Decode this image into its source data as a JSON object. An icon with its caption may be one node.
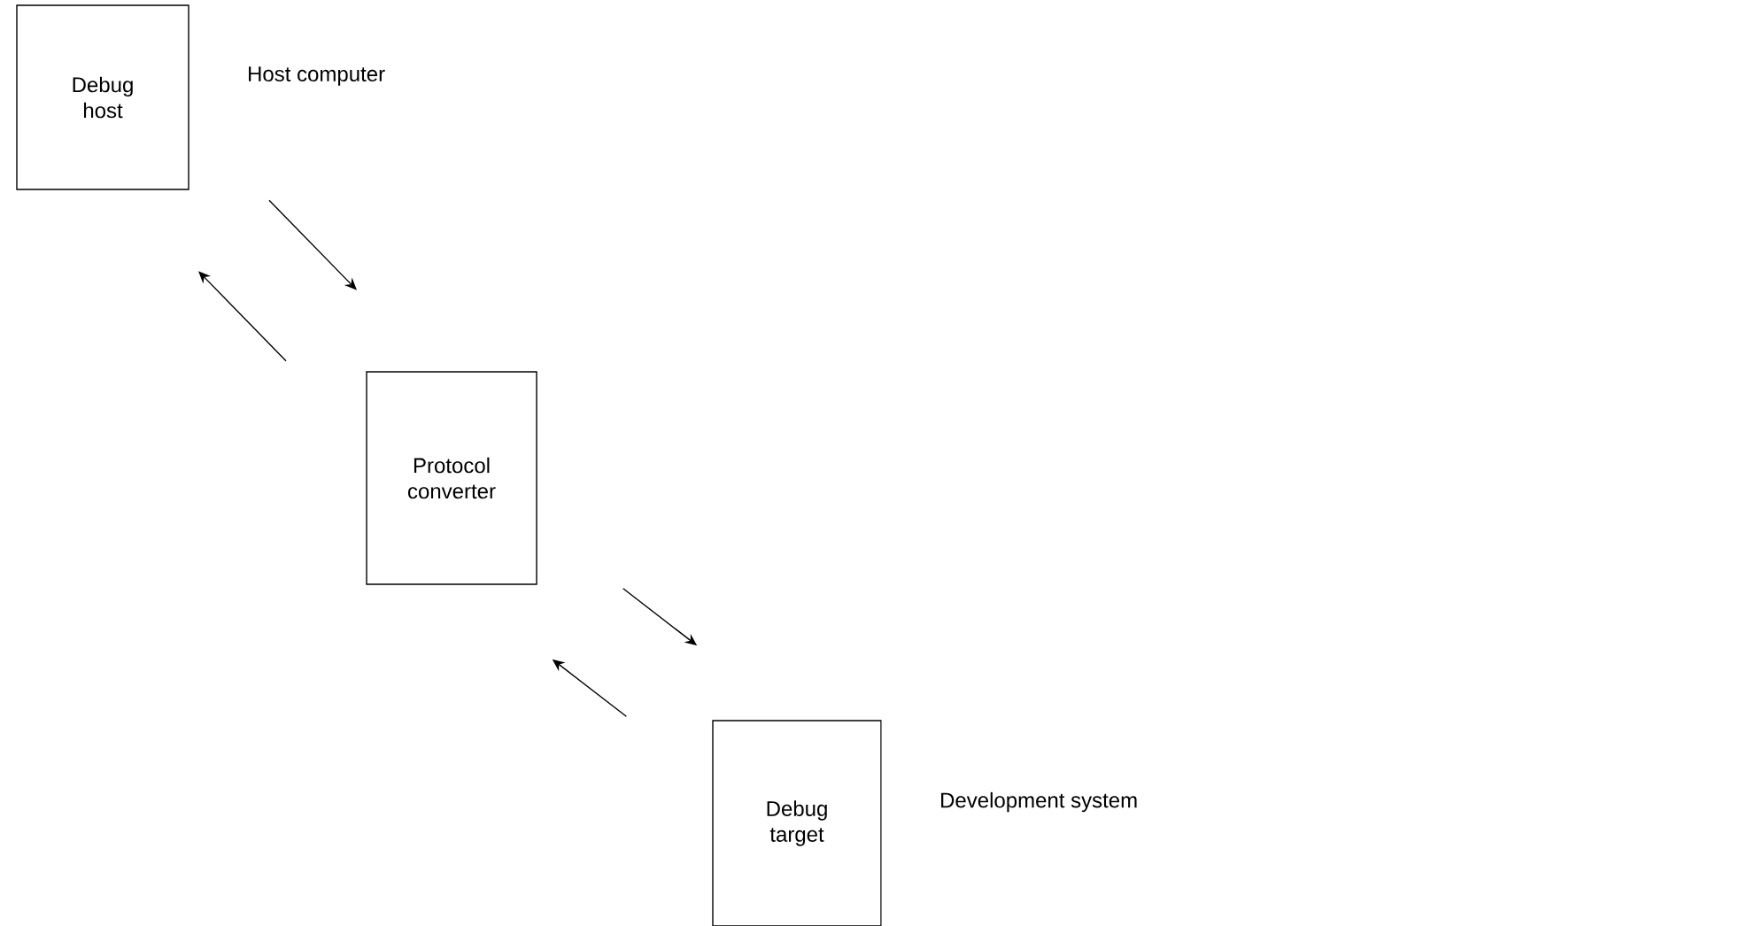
{
  "diagram": {
    "nodes": [
      {
        "text": [
          "Debug host"
        ],
        "beside": [
          "Host computer"
        ]
      },
      {
        "text": [
          "Protocol converter"
        ]
      },
      {
        "text": [
          "Debug target"
        ],
        "beside": [
          "Development system"
        ]
      }
    ],
    "edges": [
      {
        "from": 0,
        "to": 1,
        "arrow": "to"
      },
      {
        "from": 1,
        "to": 0,
        "arrow": "to"
      },
      {
        "from": 1,
        "to": 2,
        "arrow": "to"
      },
      {
        "from": 2,
        "to": 1,
        "arrow": "to"
      }
    ]
  }
}
